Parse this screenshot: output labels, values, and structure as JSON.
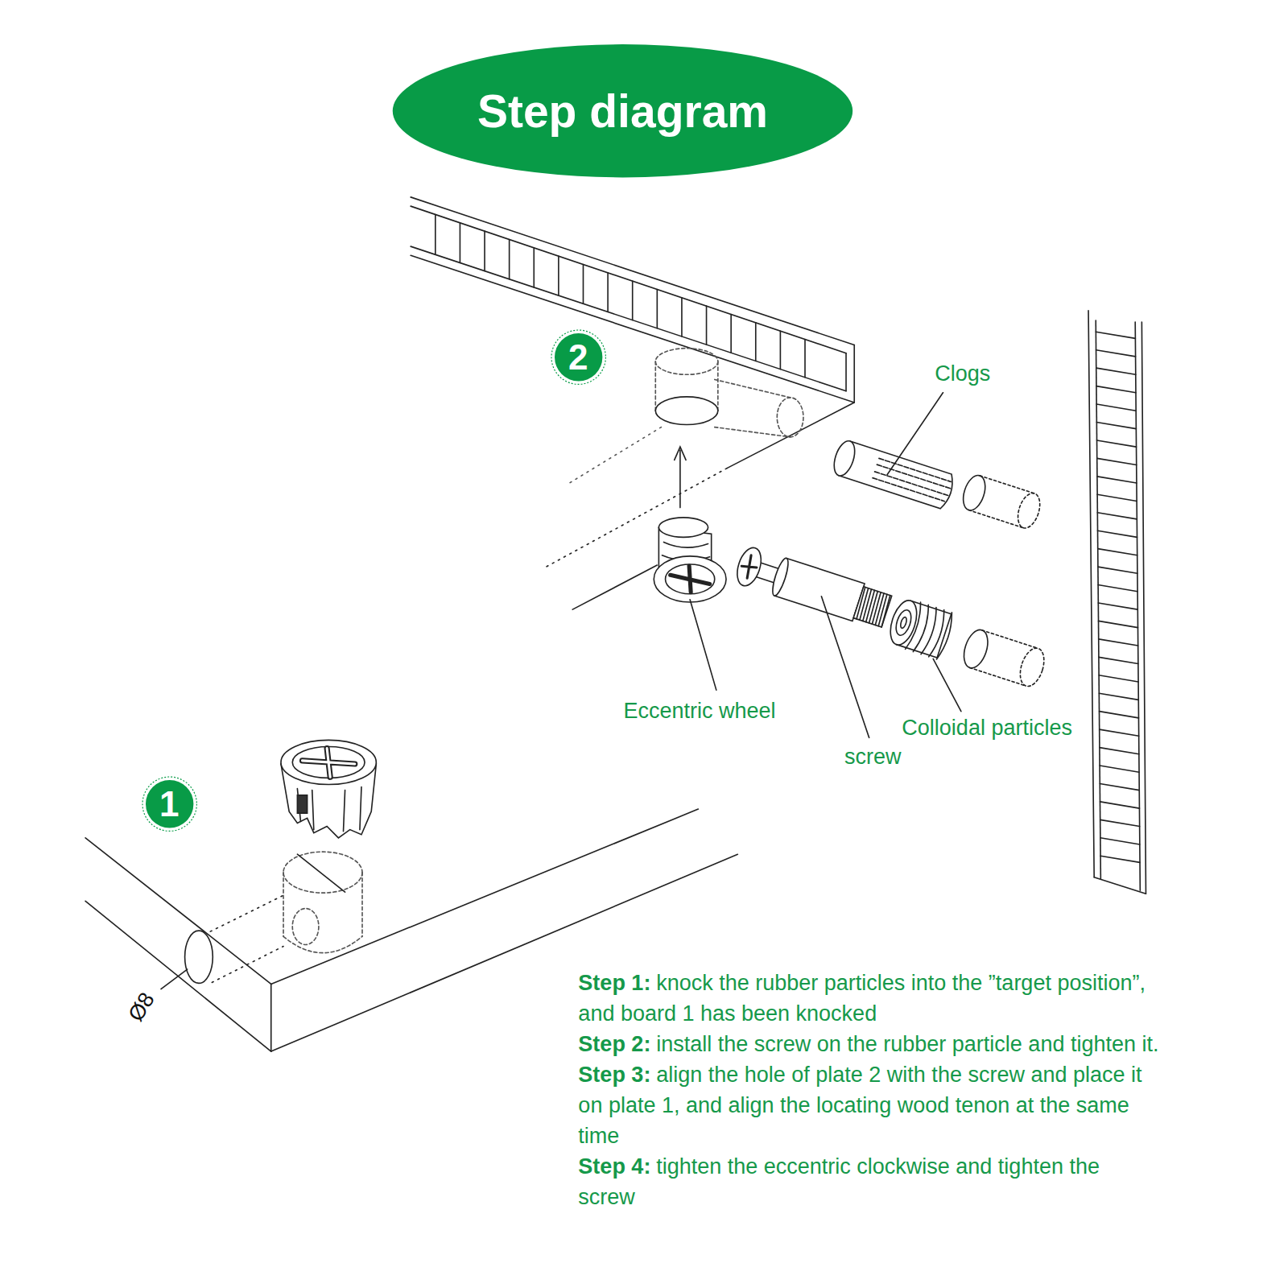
{
  "diagram": {
    "title": "Step diagram",
    "nodes": [
      {
        "text": [
          "2"
        ]
      },
      {
        "text": [
          "1"
        ]
      }
    ],
    "labels": [
      "Clogs",
      "Eccentric wheel",
      "Colloidal particles",
      "screw",
      "Ø8",
      "Step 1:",
      "knock the rubber particles into the ”target position”, and board 1 has been knocked",
      "Step 2:",
      "install the screw on the rubber particle and tighten it.",
      "Step 3:",
      "align the hole of plate 2 with the screw and place it on plate 1, and align the locating wood tenon at the same time",
      "Step 4:",
      "tighten the eccentric clockwise and tighten the screw"
    ]
  }
}
